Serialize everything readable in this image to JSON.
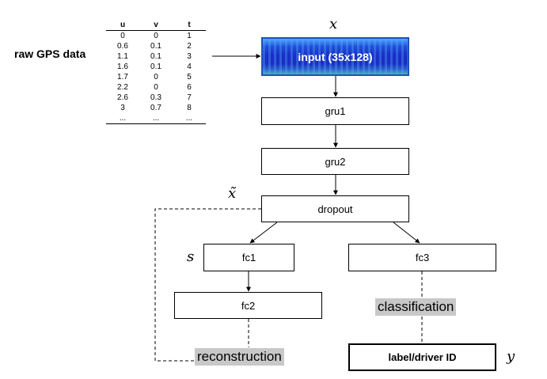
{
  "raw_label": "raw GPS data",
  "table": {
    "headers": [
      "u",
      "v",
      "t"
    ],
    "rows": [
      [
        "0",
        "0",
        "1"
      ],
      [
        "0.6",
        "0.1",
        "2"
      ],
      [
        "1.1",
        "0.1",
        "3"
      ],
      [
        "1.6",
        "0.1",
        "4"
      ],
      [
        "1.7",
        "0",
        "5"
      ],
      [
        "2.2",
        "0",
        "6"
      ],
      [
        "2.6",
        "0.3",
        "7"
      ],
      [
        "3",
        "0.7",
        "8"
      ],
      [
        "...",
        "...",
        "..."
      ]
    ]
  },
  "symbols": {
    "x": "x",
    "x_tilde": "x̃",
    "s": "s",
    "y": "y"
  },
  "nodes": {
    "input": "input (35x128)",
    "gru1": "gru1",
    "gru2": "gru2",
    "dropout": "dropout",
    "fc1": "fc1",
    "fc2": "fc2",
    "fc3": "fc3",
    "output": "label/driver ID"
  },
  "labels": {
    "classification": "classification",
    "reconstruction": "reconstruction"
  },
  "colors": {
    "input_fill": "#1a2fc0",
    "highlight": "#c8c8c8"
  }
}
